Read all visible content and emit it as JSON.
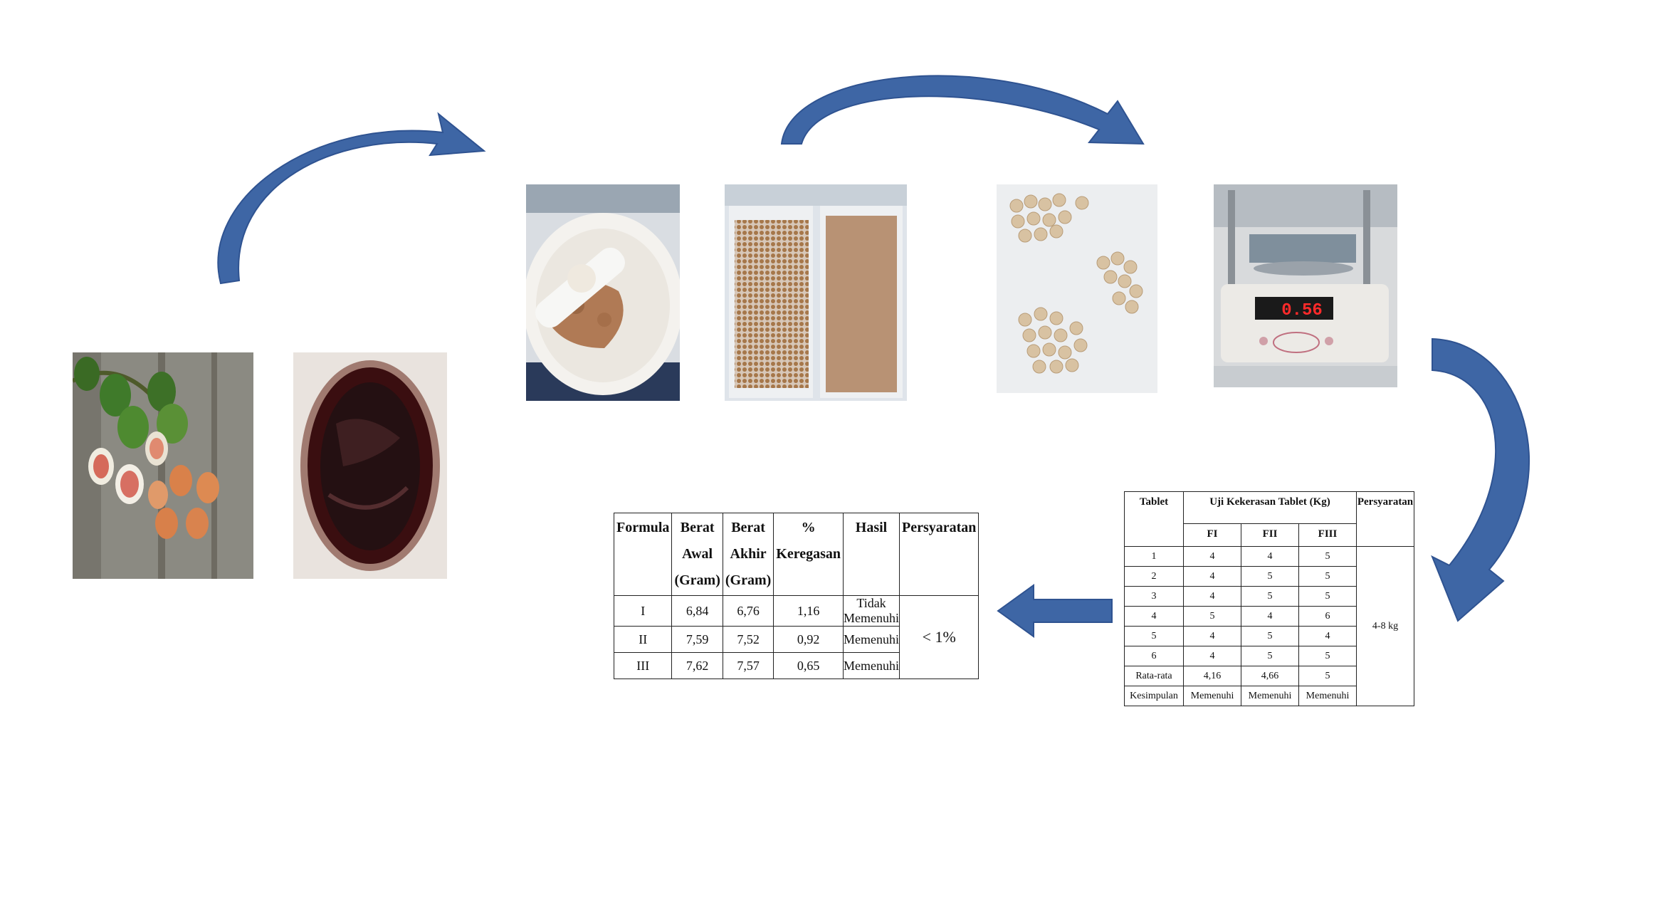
{
  "colors": {
    "arrow": "#3e66a5",
    "arrow_edge": "#2f5391",
    "table_border": "#222222",
    "lcd_digits": "#ff2a2a"
  },
  "photos": [
    {
      "name": "areca-nut-fruit-photo",
      "icon": "fruit-photo"
    },
    {
      "name": "areca-extract-photo",
      "icon": "thick-extract-photo"
    },
    {
      "name": "mortar-pestle-photo",
      "icon": "mortar-pestle-photo"
    },
    {
      "name": "granules-tray-photo",
      "icon": "granules-photo"
    },
    {
      "name": "tablets-photo",
      "icon": "tablets-photo"
    },
    {
      "name": "balance-photo",
      "icon": "analytical-balance-photo",
      "display": "0.56"
    }
  ],
  "arrows": [
    {
      "name": "curved-arrow-extract-to-mortar",
      "icon": "curved-arrow"
    },
    {
      "name": "curved-arrow-granules-to-tablets",
      "icon": "curved-arrow"
    },
    {
      "name": "curved-arrow-balance-to-hardness",
      "icon": "curved-arrow"
    },
    {
      "name": "left-arrow-hardness-to-friability",
      "icon": "block-arrow-left"
    }
  ],
  "friability_table": {
    "headers": [
      [
        "Formula"
      ],
      [
        "Berat",
        "Awal",
        "(Gram)"
      ],
      [
        "Berat",
        "Akhir",
        "(Gram)"
      ],
      [
        "%",
        "Keregasan"
      ],
      [
        "Hasil"
      ],
      [
        "Persyaratan"
      ]
    ],
    "rows": [
      [
        "I",
        "6,84",
        "6,76",
        "1,16",
        "Tidak  Memenuhi"
      ],
      [
        "II",
        "7,59",
        "7,52",
        "0,92",
        "Memenuhi"
      ],
      [
        "III",
        "7,62",
        "7,57",
        "0,65",
        "Memenuhi"
      ]
    ],
    "requirement": "< 1%"
  },
  "hardness_table": {
    "header_tablet": "Tablet",
    "header_test": "Uji Kekerasan  Tablet  (Kg)",
    "header_requirement": "Persyaratan",
    "sub_headers": [
      "FI",
      "FII",
      "FIII"
    ],
    "rows": [
      [
        "1",
        "4",
        "4",
        "5"
      ],
      [
        "2",
        "4",
        "5",
        "5"
      ],
      [
        "3",
        "4",
        "5",
        "5"
      ],
      [
        "4",
        "5",
        "4",
        "6"
      ],
      [
        "5",
        "4",
        "5",
        "4"
      ],
      [
        "6",
        "4",
        "5",
        "5"
      ],
      [
        "Rata-rata",
        "4,16",
        "4,66",
        "5"
      ],
      [
        "Kesimpulan",
        "Memenuhi",
        "Memenuhi",
        "Memenuhi"
      ]
    ],
    "requirement": "4-8  kg"
  }
}
